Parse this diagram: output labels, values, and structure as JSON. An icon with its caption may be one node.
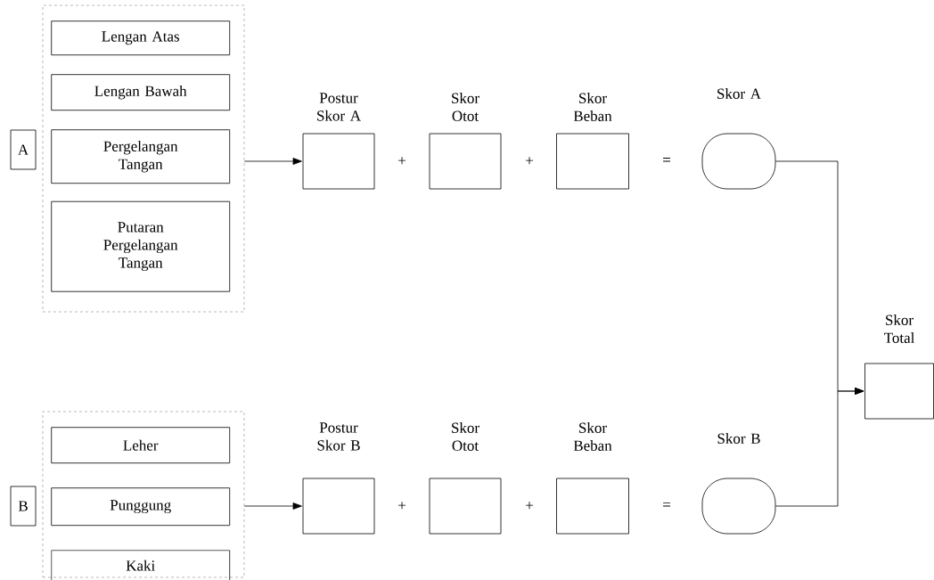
{
  "diagram": {
    "nodes": [
      {
        "text": [
          "A"
        ]
      },
      {
        "text": [],
        "shape": "box"
      },
      {
        "text": [
          "Lengan Atas"
        ],
        "in": 1
      },
      {
        "text": [
          "Lengan Bawah"
        ],
        "in": 1
      },
      {
        "text": [
          "Pergelangan Tangan"
        ],
        "in": 1
      },
      {
        "text": [
          "Putaran Pergelangan Tangan"
        ],
        "in": 1
      },
      {
        "text": [
          "Postur Skor A"
        ]
      },
      {
        "text": [
          "Skor Otot"
        ]
      },
      {
        "text": [
          "Skor Beban"
        ]
      },
      {
        "text": [
          "Skor A"
        ]
      },
      {
        "text": [
          "Skor Total"
        ]
      },
      {
        "text": [
          "B"
        ]
      },
      {
        "text": [],
        "shape": "box"
      },
      {
        "text": [
          "Leher"
        ],
        "in": 12
      },
      {
        "text": [
          "Punggung"
        ],
        "in": 12
      },
      {
        "text": [
          "Kaki"
        ],
        "in": 12
      },
      {
        "text": [
          "Postur Skor B"
        ]
      },
      {
        "text": [
          "Skor Otot"
        ]
      },
      {
        "text": [
          "Skor Beban"
        ]
      },
      {
        "text": [
          "Skor B"
        ]
      }
    ],
    "edges": [
      {
        "from": 1,
        "to": 6,
        "arrow": "to"
      },
      {
        "from": 9,
        "to": 10,
        "arrow": "to"
      },
      {
        "from": 12,
        "to": 16,
        "arrow": "to"
      },
      {
        "from": 19,
        "to": 10,
        "arrow": "to"
      }
    ],
    "labels": [
      "+",
      "+",
      "=",
      "+",
      "+",
      "="
    ]
  }
}
